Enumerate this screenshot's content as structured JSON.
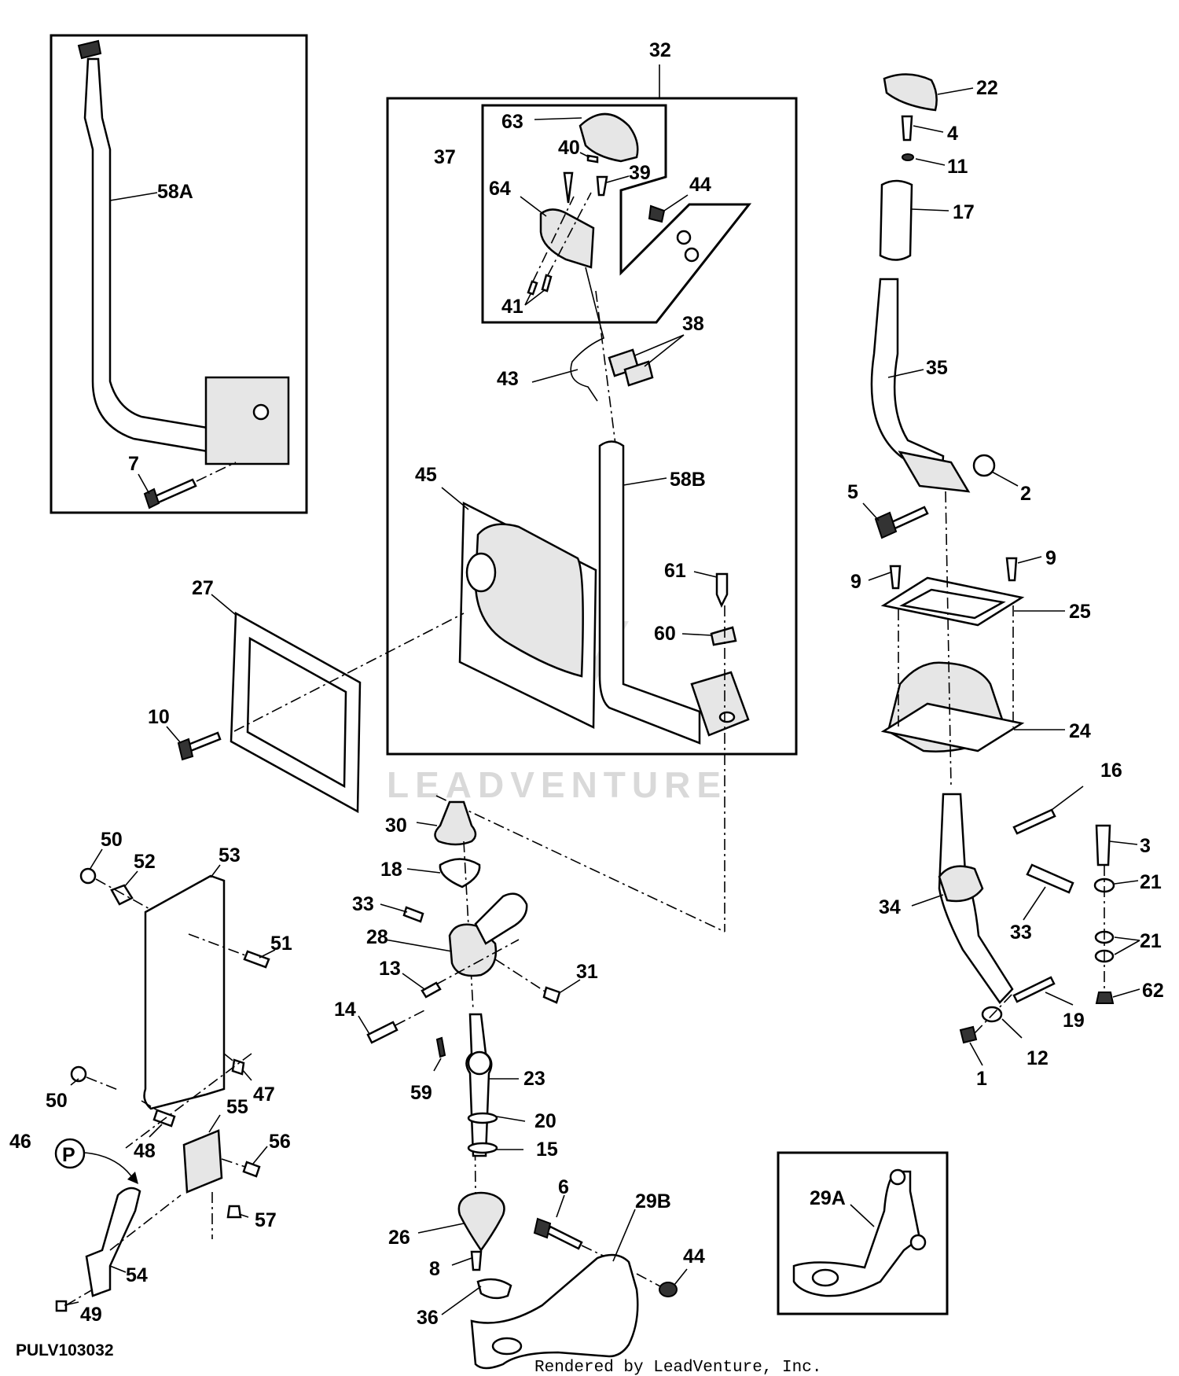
{
  "callouts": [
    {
      "id": "32",
      "text": "32"
    },
    {
      "id": "58a",
      "text": "58A"
    },
    {
      "id": "7",
      "text": "7"
    },
    {
      "id": "63",
      "text": "63"
    },
    {
      "id": "40",
      "text": "40"
    },
    {
      "id": "39",
      "text": "39"
    },
    {
      "id": "37",
      "text": "37"
    },
    {
      "id": "64",
      "text": "64"
    },
    {
      "id": "44a",
      "text": "44"
    },
    {
      "id": "41",
      "text": "41"
    },
    {
      "id": "38",
      "text": "38"
    },
    {
      "id": "43",
      "text": "43"
    },
    {
      "id": "45",
      "text": "45"
    },
    {
      "id": "58b",
      "text": "58B"
    },
    {
      "id": "61",
      "text": "61"
    },
    {
      "id": "60",
      "text": "60"
    },
    {
      "id": "27",
      "text": "27"
    },
    {
      "id": "10",
      "text": "10"
    },
    {
      "id": "22",
      "text": "22"
    },
    {
      "id": "4",
      "text": "4"
    },
    {
      "id": "11",
      "text": "11"
    },
    {
      "id": "17",
      "text": "17"
    },
    {
      "id": "35",
      "text": "35"
    },
    {
      "id": "2",
      "text": "2"
    },
    {
      "id": "5",
      "text": "5"
    },
    {
      "id": "9a",
      "text": "9"
    },
    {
      "id": "9b",
      "text": "9"
    },
    {
      "id": "25",
      "text": "25"
    },
    {
      "id": "24",
      "text": "24"
    },
    {
      "id": "16",
      "text": "16"
    },
    {
      "id": "3",
      "text": "3"
    },
    {
      "id": "21a",
      "text": "21"
    },
    {
      "id": "34",
      "text": "34"
    },
    {
      "id": "33a",
      "text": "33"
    },
    {
      "id": "21b",
      "text": "21"
    },
    {
      "id": "62",
      "text": "62"
    },
    {
      "id": "19",
      "text": "19"
    },
    {
      "id": "12",
      "text": "12"
    },
    {
      "id": "1",
      "text": "1"
    },
    {
      "id": "30",
      "text": "30"
    },
    {
      "id": "18",
      "text": "18"
    },
    {
      "id": "33b",
      "text": "33"
    },
    {
      "id": "28",
      "text": "28"
    },
    {
      "id": "13",
      "text": "13"
    },
    {
      "id": "31",
      "text": "31"
    },
    {
      "id": "14",
      "text": "14"
    },
    {
      "id": "59",
      "text": "59"
    },
    {
      "id": "23",
      "text": "23"
    },
    {
      "id": "20",
      "text": "20"
    },
    {
      "id": "15",
      "text": "15"
    },
    {
      "id": "6",
      "text": "6"
    },
    {
      "id": "29b",
      "text": "29B"
    },
    {
      "id": "26",
      "text": "26"
    },
    {
      "id": "8",
      "text": "8"
    },
    {
      "id": "44b",
      "text": "44"
    },
    {
      "id": "36",
      "text": "36"
    },
    {
      "id": "50a",
      "text": "50"
    },
    {
      "id": "52",
      "text": "52"
    },
    {
      "id": "53",
      "text": "53"
    },
    {
      "id": "51",
      "text": "51"
    },
    {
      "id": "47",
      "text": "47"
    },
    {
      "id": "50b",
      "text": "50"
    },
    {
      "id": "48",
      "text": "48"
    },
    {
      "id": "55",
      "text": "55"
    },
    {
      "id": "56",
      "text": "56"
    },
    {
      "id": "46",
      "text": "46"
    },
    {
      "id": "57",
      "text": "57"
    },
    {
      "id": "54",
      "text": "54"
    },
    {
      "id": "49",
      "text": "49"
    },
    {
      "id": "29a",
      "text": "29A"
    }
  ],
  "symbol": {
    "icon": "park-circle-icon",
    "letter": "P"
  },
  "figure_ref": "PULV103032",
  "credit": "Rendered by LeadVenture, Inc.",
  "watermark": "LEADVENTURE"
}
